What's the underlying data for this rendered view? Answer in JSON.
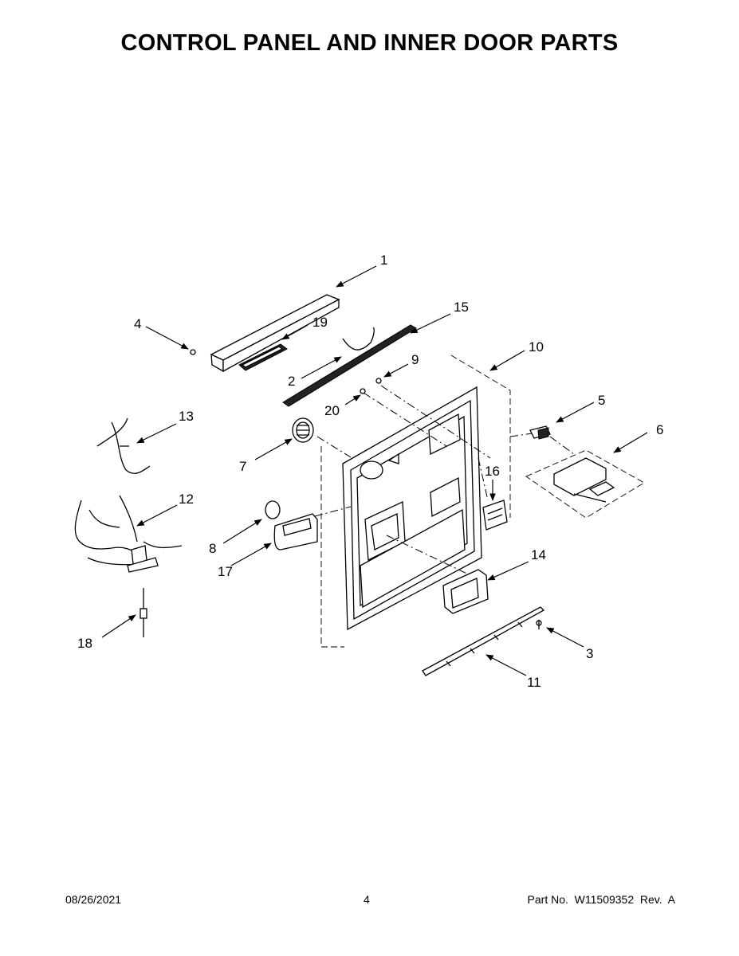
{
  "title": "CONTROL PANEL AND INNER DOOR PARTS",
  "footer": {
    "date": "08/26/2021",
    "page": "4",
    "part_info": "Part No.  W11509352  Rev.  A"
  },
  "callouts": [
    "1",
    "2",
    "3",
    "4",
    "5",
    "6",
    "7",
    "8",
    "9",
    "10",
    "11",
    "12",
    "13",
    "14",
    "15",
    "16",
    "17",
    "18",
    "19",
    "20"
  ]
}
